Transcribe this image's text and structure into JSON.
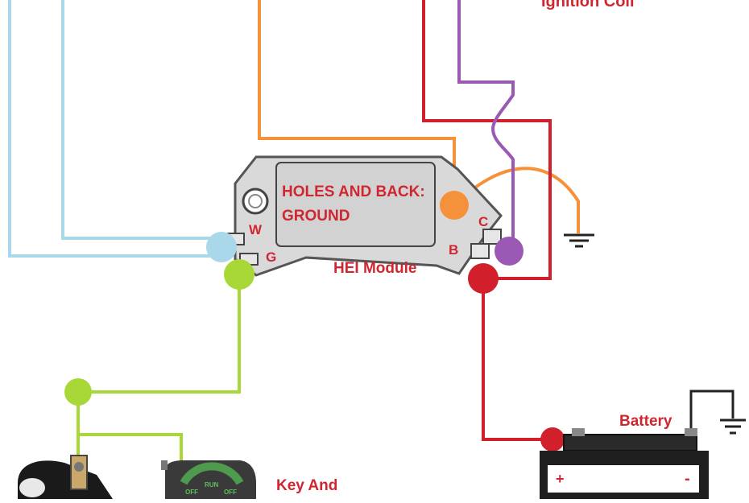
{
  "labels": {
    "ignition_coil": "Ignition Coil",
    "module_line1": "HOLES AND BACK:",
    "module_line2": "GROUND",
    "hei_module": "HEI Module",
    "terminal_w": "W",
    "terminal_g": "G",
    "terminal_b": "B",
    "terminal_c": "C",
    "battery": "Battery",
    "battery_plus": "+",
    "battery_minus": "-",
    "key_and": "Key And",
    "switch_run": "RUN",
    "switch_off_left": "OFF",
    "switch_off_right": "OFF"
  },
  "colors": {
    "light_blue": "#a8d8ea",
    "orange": "#f5913a",
    "purple": "#9b59b6",
    "red": "#d11f2b",
    "lime": "#a8d838",
    "label_red": "#d0262f",
    "module_fill": "#d9d9d9",
    "module_stroke": "#555555"
  },
  "icons": [
    "ground-symbol-icon",
    "battery-icon",
    "ignition-switch-icon",
    "ignition-coil-icon"
  ]
}
